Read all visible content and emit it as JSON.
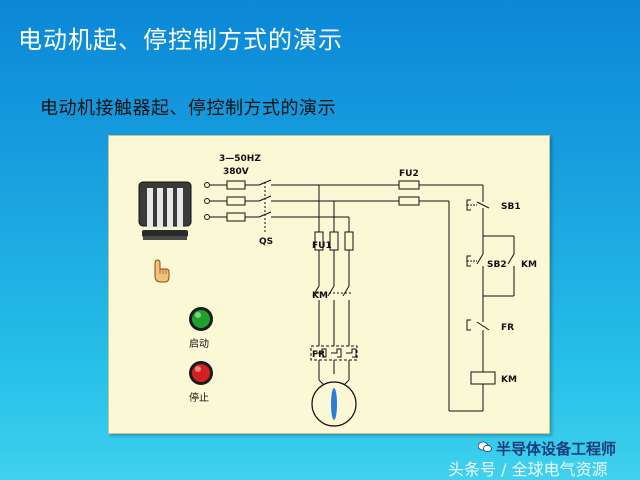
{
  "title": "电动机起、停控制方式的演示",
  "subtitle": "电动机接触器起、停控制方式的演示",
  "diagram": {
    "supply_label": "3—50HZ",
    "voltage_label": "380V",
    "qs_label": "QS",
    "fu1_label": "FU1",
    "fu2_label": "FU2",
    "km_label": "KM",
    "fr_label": "FR",
    "sb1_label": "SB1",
    "sb2_label": "SB2",
    "km_aux_label": "KM",
    "fr_nc_label": "FR",
    "km_coil_label": "KM",
    "start_button_label": "启动",
    "stop_button_label": "停止",
    "start_button_color": "#1fa02a",
    "stop_button_color": "#d42020"
  },
  "watermark": {
    "line1": "半导体设备工程师",
    "line2": "头条号 / 全球电气资源"
  }
}
